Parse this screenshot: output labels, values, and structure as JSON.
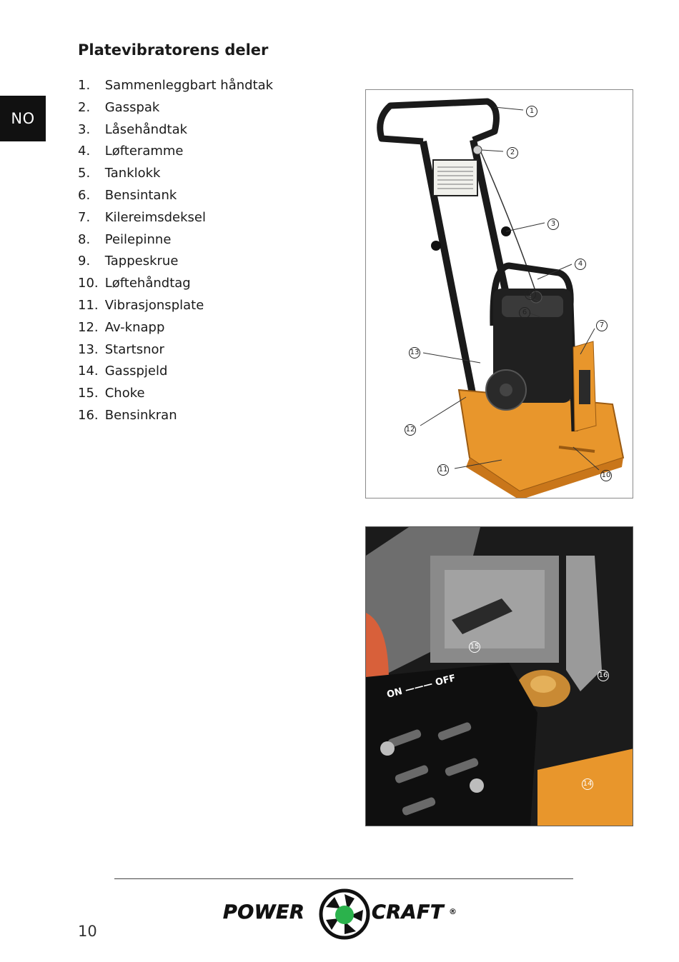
{
  "language_tab": "NO",
  "title": "Platevibratorens deler",
  "parts": [
    {
      "num": "1.",
      "label": "Sammenleggbart håndtak"
    },
    {
      "num": "2.",
      "label": "Gasspak"
    },
    {
      "num": "3.",
      "label": "Låsehåndtak"
    },
    {
      "num": "4.",
      "label": "Løfteramme"
    },
    {
      "num": "5.",
      "label": "Tanklokk"
    },
    {
      "num": "6.",
      "label": "Bensintank"
    },
    {
      "num": "7.",
      "label": "Kilereimsdeksel"
    },
    {
      "num": "8.",
      "label": "Peilepinne"
    },
    {
      "num": "9.",
      "label": "Tappeskrue"
    },
    {
      "num": "10.",
      "label": "Løftehåndtag"
    },
    {
      "num": "11.",
      "label": "Vibrasjonsplate"
    },
    {
      "num": "12.",
      "label": "Av-knapp"
    },
    {
      "num": "13.",
      "label": "Startsnor"
    },
    {
      "num": "14.",
      "label": "Gasspjeld"
    },
    {
      "num": "15.",
      "label": "Choke"
    },
    {
      "num": "16.",
      "label": "Bensinkran"
    }
  ],
  "photo_1_callouts": [
    "1",
    "2",
    "3",
    "4",
    "5",
    "6",
    "7",
    "10",
    "11",
    "12",
    "13"
  ],
  "photo_2_callouts": [
    "15",
    "16",
    "14"
  ],
  "photo_2_label": "ON ——— OFF",
  "logo": {
    "left": "POWER",
    "right": "CRAFT",
    "mark": "®"
  },
  "page_number": "10",
  "colors": {
    "machine_orange": "#e8962c",
    "logo_green": "#2bb24c",
    "tab_black": "#111111"
  }
}
